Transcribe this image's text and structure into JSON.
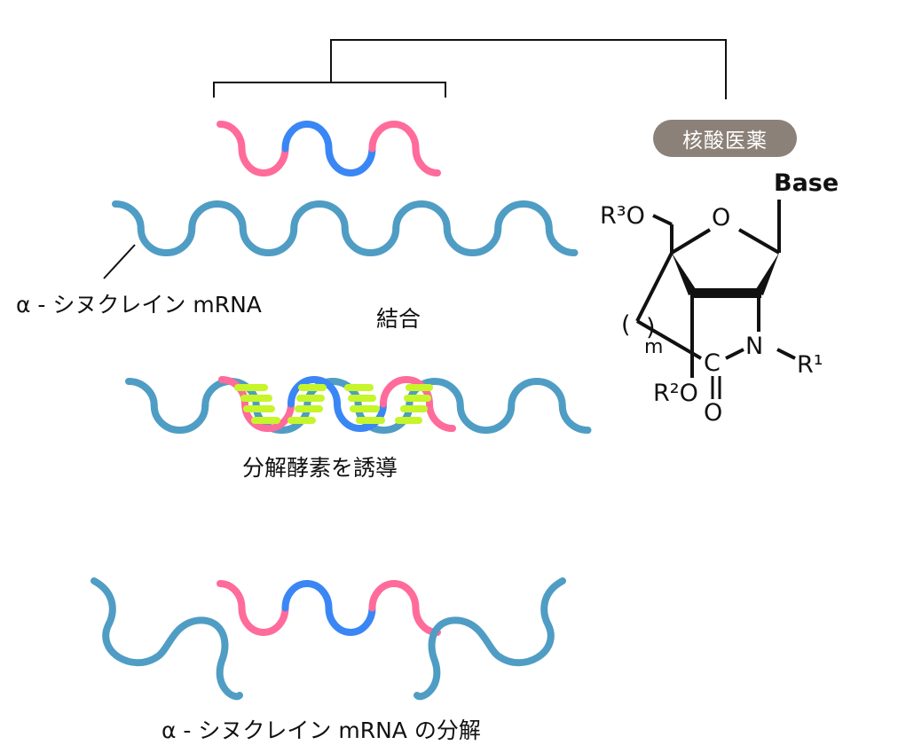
{
  "labels": {
    "target_mrna": "α - シヌクレイン mRNA",
    "binding": "結合",
    "induce_enzyme": "分解酵素を誘導",
    "degradation": "α - シヌクレイン mRNA の分解"
  },
  "badge": {
    "text": "核酸医薬"
  },
  "chemical_structure": {
    "base_label": "Base",
    "r3o": "R³O",
    "ring_oxygen": "O",
    "nitrogen": "N",
    "r1": "R¹",
    "carbon": "C",
    "r2o": "R²O",
    "carbonyl_oxygen": "O",
    "repeat_open": "(",
    "repeat_close": ")",
    "repeat_index": "m"
  },
  "colors": {
    "mrna": "#4f9dc4",
    "oligo_wing": "#ff6b9a",
    "oligo_gap": "#3a86f5",
    "base_pair": "#c6f52a",
    "badge_bg": "#8c8178",
    "line": "#111111"
  }
}
